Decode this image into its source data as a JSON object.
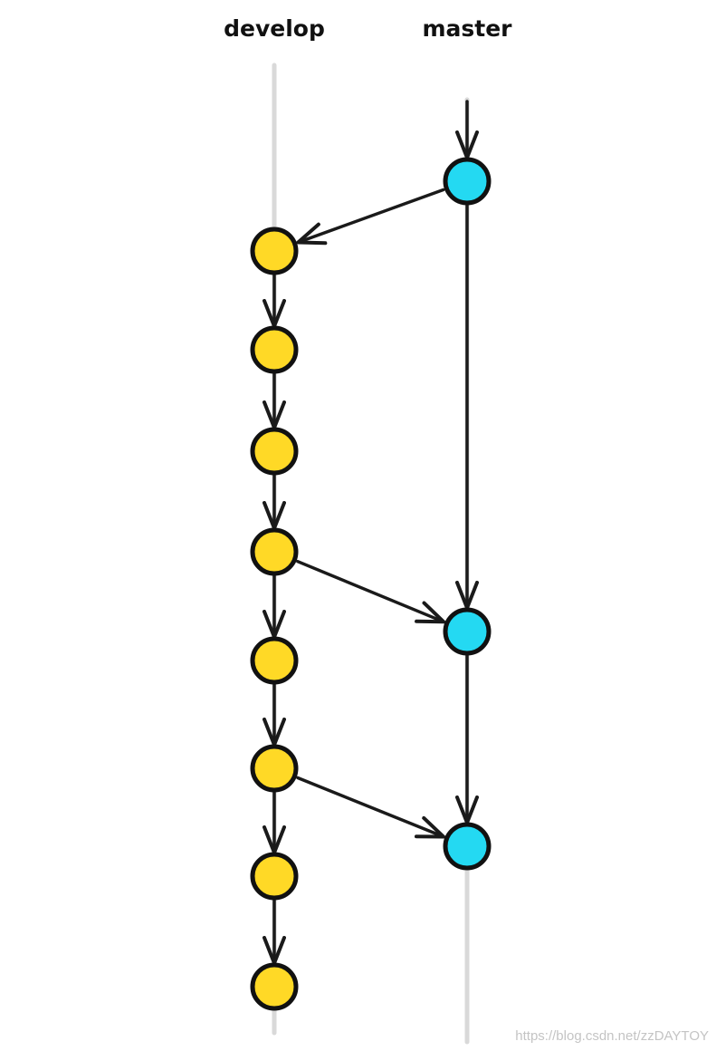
{
  "branches": [
    {
      "name": "develop",
      "color": "#ffd926",
      "commit_count": 8
    },
    {
      "name": "master",
      "color": "#24d9f2",
      "commit_count": 3
    }
  ],
  "merges": [
    {
      "from": "master",
      "from_commit": 0,
      "to": "develop",
      "to_commit": 0
    },
    {
      "from": "develop",
      "from_commit": 3,
      "to": "master",
      "to_commit": 1
    },
    {
      "from": "develop",
      "from_commit": 5,
      "to": "master",
      "to_commit": 2
    }
  ],
  "colors": {
    "lane": "#d9d9d9",
    "arrow": "#1a1a1a",
    "outline": "#111111"
  },
  "watermark": "https://blog.csdn.net/zzDAYTOY"
}
